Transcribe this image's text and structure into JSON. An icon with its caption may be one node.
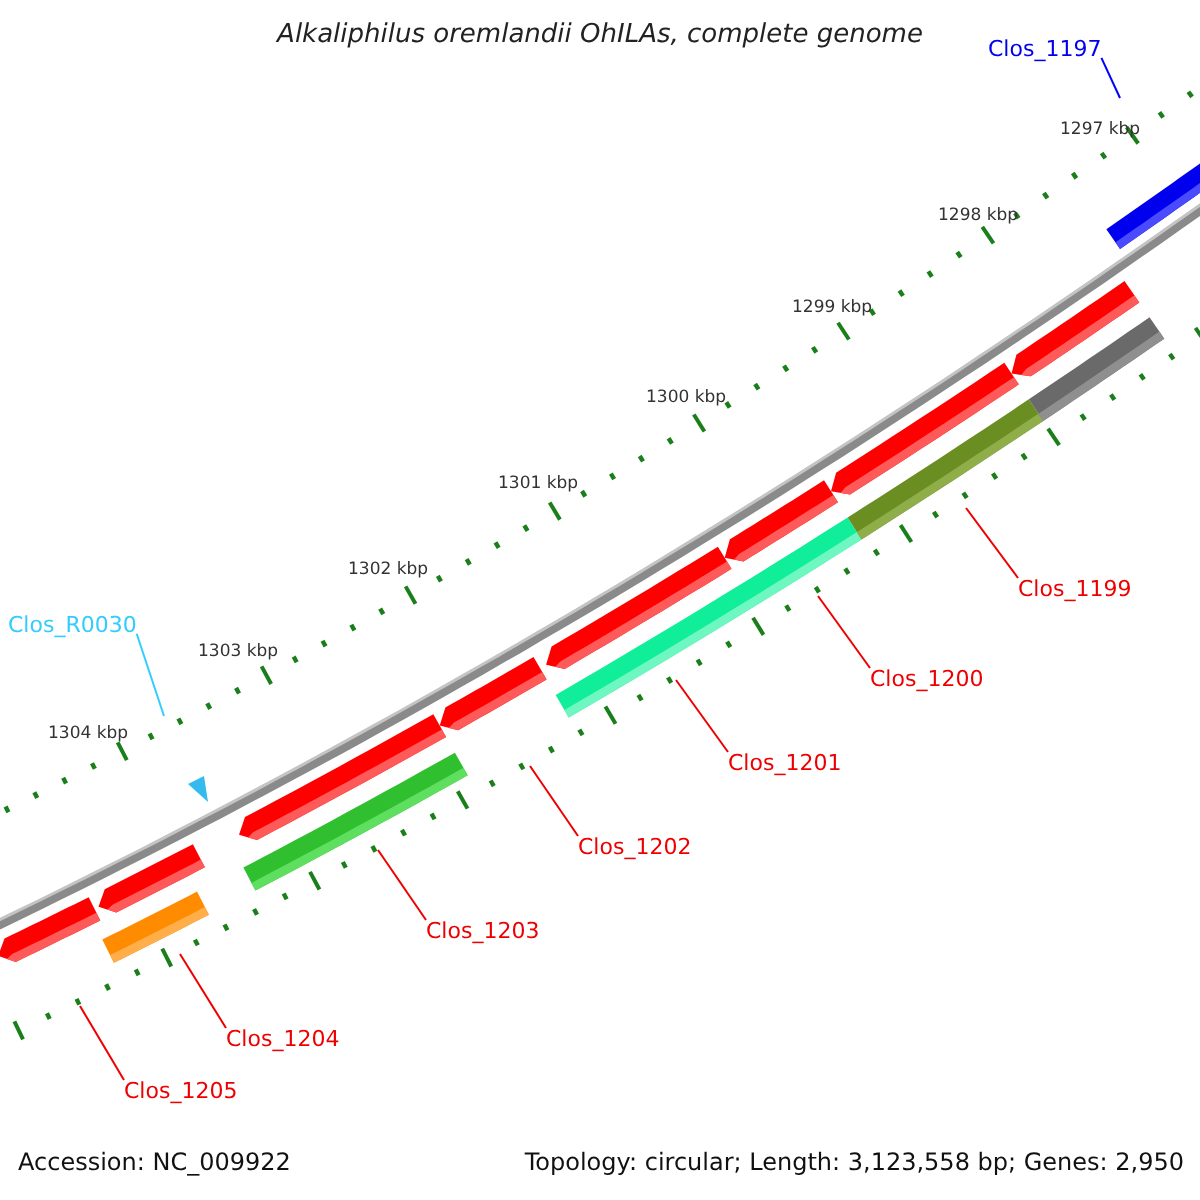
{
  "diagram": {
    "title": "Alkaliphilus oremlandii OhILAs, complete genome",
    "nodes": [
      {
        "text": [
          "Clos_1197"
        ]
      },
      {
        "text": [
          "Clos_R0030"
        ]
      },
      {
        "text": [
          "Clos_1199"
        ]
      },
      {
        "text": [
          "Clos_1200"
        ]
      },
      {
        "text": [
          "Clos_1201"
        ]
      },
      {
        "text": [
          "Clos_1202"
        ]
      },
      {
        "text": [
          "Clos_1203"
        ]
      },
      {
        "text": [
          "Clos_1204"
        ]
      },
      {
        "text": [
          "Clos_1205"
        ]
      }
    ],
    "edges": [
      {
        "from": 0,
        "to": null,
        "arrow": "none",
        "color": "#0000ff"
      },
      {
        "from": 1,
        "to": null,
        "arrow": "none",
        "color": "#33ccff"
      },
      {
        "from": 2,
        "to": null,
        "arrow": "none"
      },
      {
        "from": 3,
        "to": null,
        "arrow": "none"
      },
      {
        "from": 4,
        "to": null,
        "arrow": "none"
      },
      {
        "from": 5,
        "to": null,
        "arrow": "none"
      },
      {
        "from": 6,
        "to": null,
        "arrow": "none"
      },
      {
        "from": 7,
        "to": null,
        "arrow": "none"
      },
      {
        "from": 8,
        "to": null,
        "arrow": "none"
      }
    ],
    "labels": [
      "1297 kbp",
      "1298 kbp",
      "1299 kbp",
      "1300 kbp",
      "1301 kbp",
      "1302 kbp",
      "1303 kbp",
      "1304 kbp",
      "Accession: NC_009922",
      "Topology: circular; Length: 3,123,558 bp; Genes: 2,950"
    ]
  }
}
